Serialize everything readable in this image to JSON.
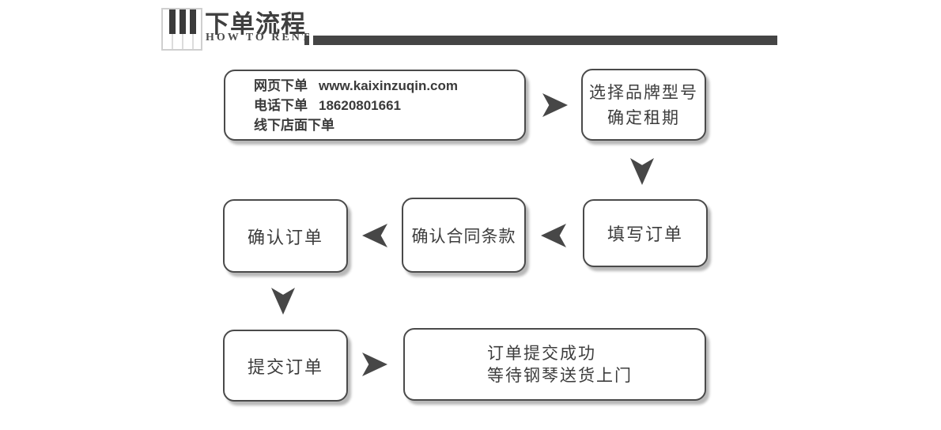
{
  "header": {
    "title": "下单流程",
    "subtitle": "HOW TO RENT"
  },
  "flowchart": {
    "order_channels": {
      "web_label": "网页下单",
      "web_value": "www.kaixinzuqin.com",
      "phone_label": "电话下单",
      "phone_value": "18620801661",
      "offline_label": "线下店面下单"
    },
    "select_brand": {
      "line1": "选择品牌型号",
      "line2": "确定租期"
    },
    "fill_order": "填写订单",
    "confirm_contract": "确认合同条款",
    "confirm_order": "确认订单",
    "submit_order": "提交订单",
    "success": {
      "line1": "订单提交成功",
      "line2": "等待钢琴送货上门"
    }
  },
  "colors": {
    "ink": "#454545",
    "box_border": "#4a4a4a",
    "text": "#3d3d3d",
    "key_border": "#cfcfcf"
  }
}
